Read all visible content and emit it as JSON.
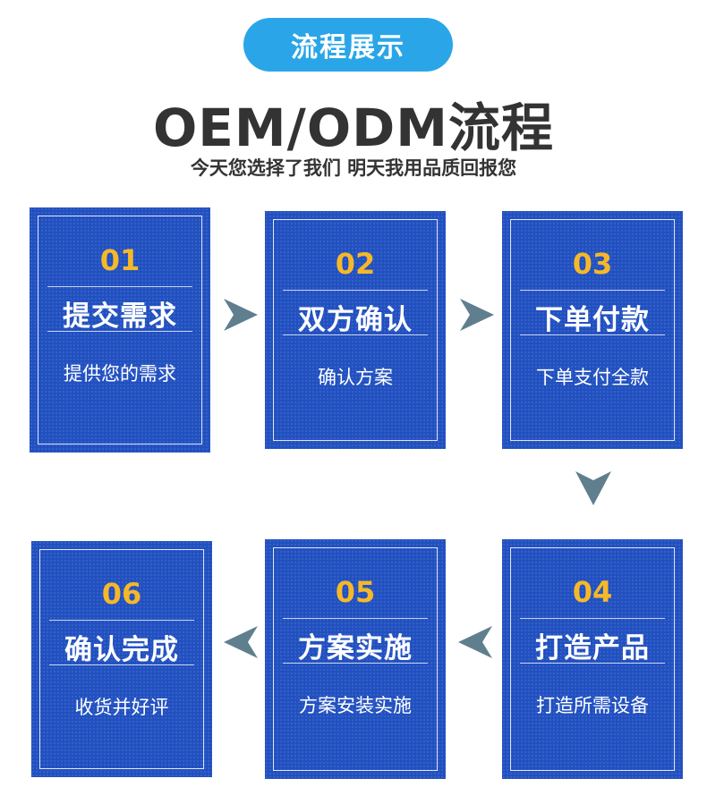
{
  "header": {
    "badge": "流程展示",
    "title": "OEM/ODM流程",
    "subtitle": "今天您选择了我们 明天我用品质回报您"
  },
  "steps": [
    {
      "number": "01",
      "title": "提交需求",
      "desc": "提供您的需求"
    },
    {
      "number": "02",
      "title": "双方确认",
      "desc": "确认方案"
    },
    {
      "number": "03",
      "title": "下单付款",
      "desc": "下单支付全款"
    },
    {
      "number": "04",
      "title": "打造产品",
      "desc": "打造所需设备"
    },
    {
      "number": "05",
      "title": "方案实施",
      "desc": "方案安装实施"
    },
    {
      "number": "06",
      "title": "确认完成",
      "desc": "收货并好评"
    }
  ],
  "arrows": [
    {
      "icon": "arrow-right-icon"
    },
    {
      "icon": "arrow-right-icon"
    },
    {
      "icon": "arrow-down-icon"
    },
    {
      "icon": "arrow-left-icon"
    },
    {
      "icon": "arrow-left-icon"
    }
  ],
  "colors": {
    "badge": "#2aa6e8",
    "card": "#2150c0",
    "number": "#f5b829",
    "arrow": "#5f7f8e",
    "title_text": "#333333"
  }
}
